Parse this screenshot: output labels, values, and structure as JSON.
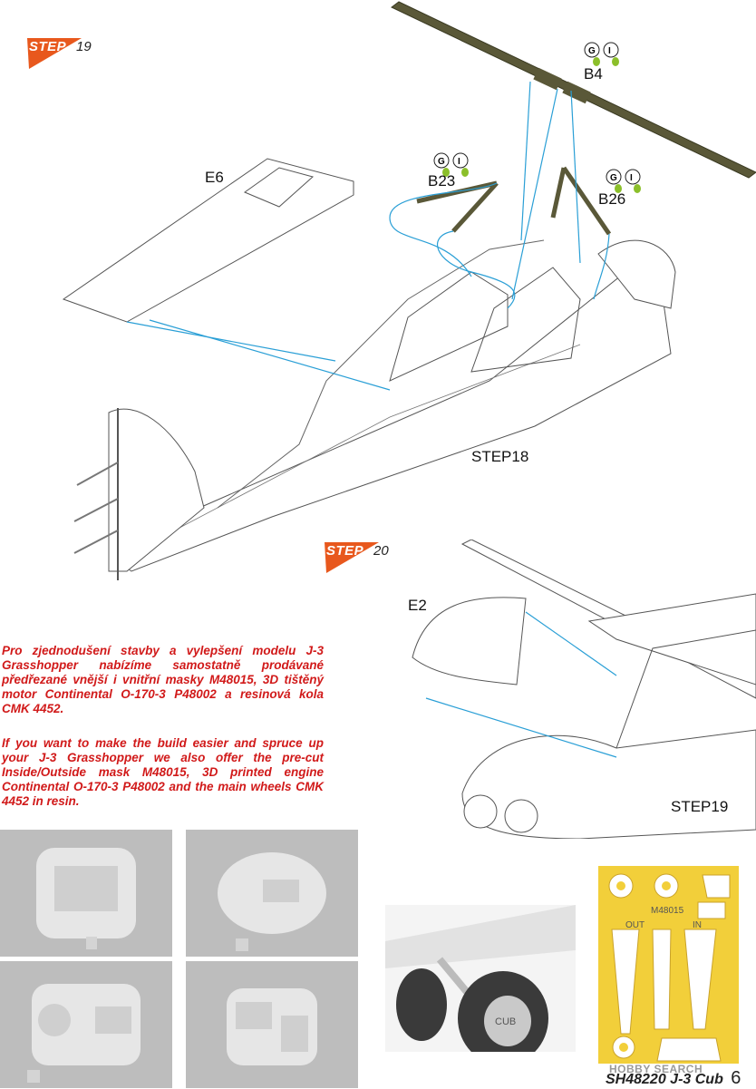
{
  "steps": {
    "step19": {
      "word": "STEP",
      "number": "19"
    },
    "step20": {
      "word": "STEP",
      "number": "20"
    }
  },
  "labels": {
    "b4": "B4",
    "b23": "B23",
    "b26": "B26",
    "e6": "E6",
    "e2": "E2",
    "step18_ref": "STEP18",
    "step19_ref": "STEP19",
    "glue_g": "G",
    "glue_i": "I"
  },
  "notes": {
    "czech": "Pro zjednodušení stavby a vylepšení modelu J-3 Grasshopper nabízíme samostatně prodávané předřezané vnější i vnitřní masky M48015, 3D tištěný motor Continental O-170-3 P48002 a resinová kola CMK 4452.",
    "english": "If you want to make the build easier and spruce up your J-3 Grasshopper we also offer the pre-cut Inside/Outside mask M48015, 3D printed engine Continental O-170-3 P48002 and the main wheels CMK 4452 in resin."
  },
  "mask_sheet": {
    "code": "M48015",
    "out_label": "OUT",
    "in_label": "IN",
    "wheel_text": "CUB"
  },
  "footer": {
    "title": "SH48220 J-3 Cub",
    "page": "6",
    "watermark": "HOBBY SEARCH"
  },
  "colors": {
    "step_orange": "#e8581d",
    "note_red": "#d11a1a",
    "strut_olive": "#5a5838",
    "arrow_blue": "#2a9fd6",
    "mask_yellow": "#f2cf3a",
    "photo_gray": "#bdbdbd"
  }
}
